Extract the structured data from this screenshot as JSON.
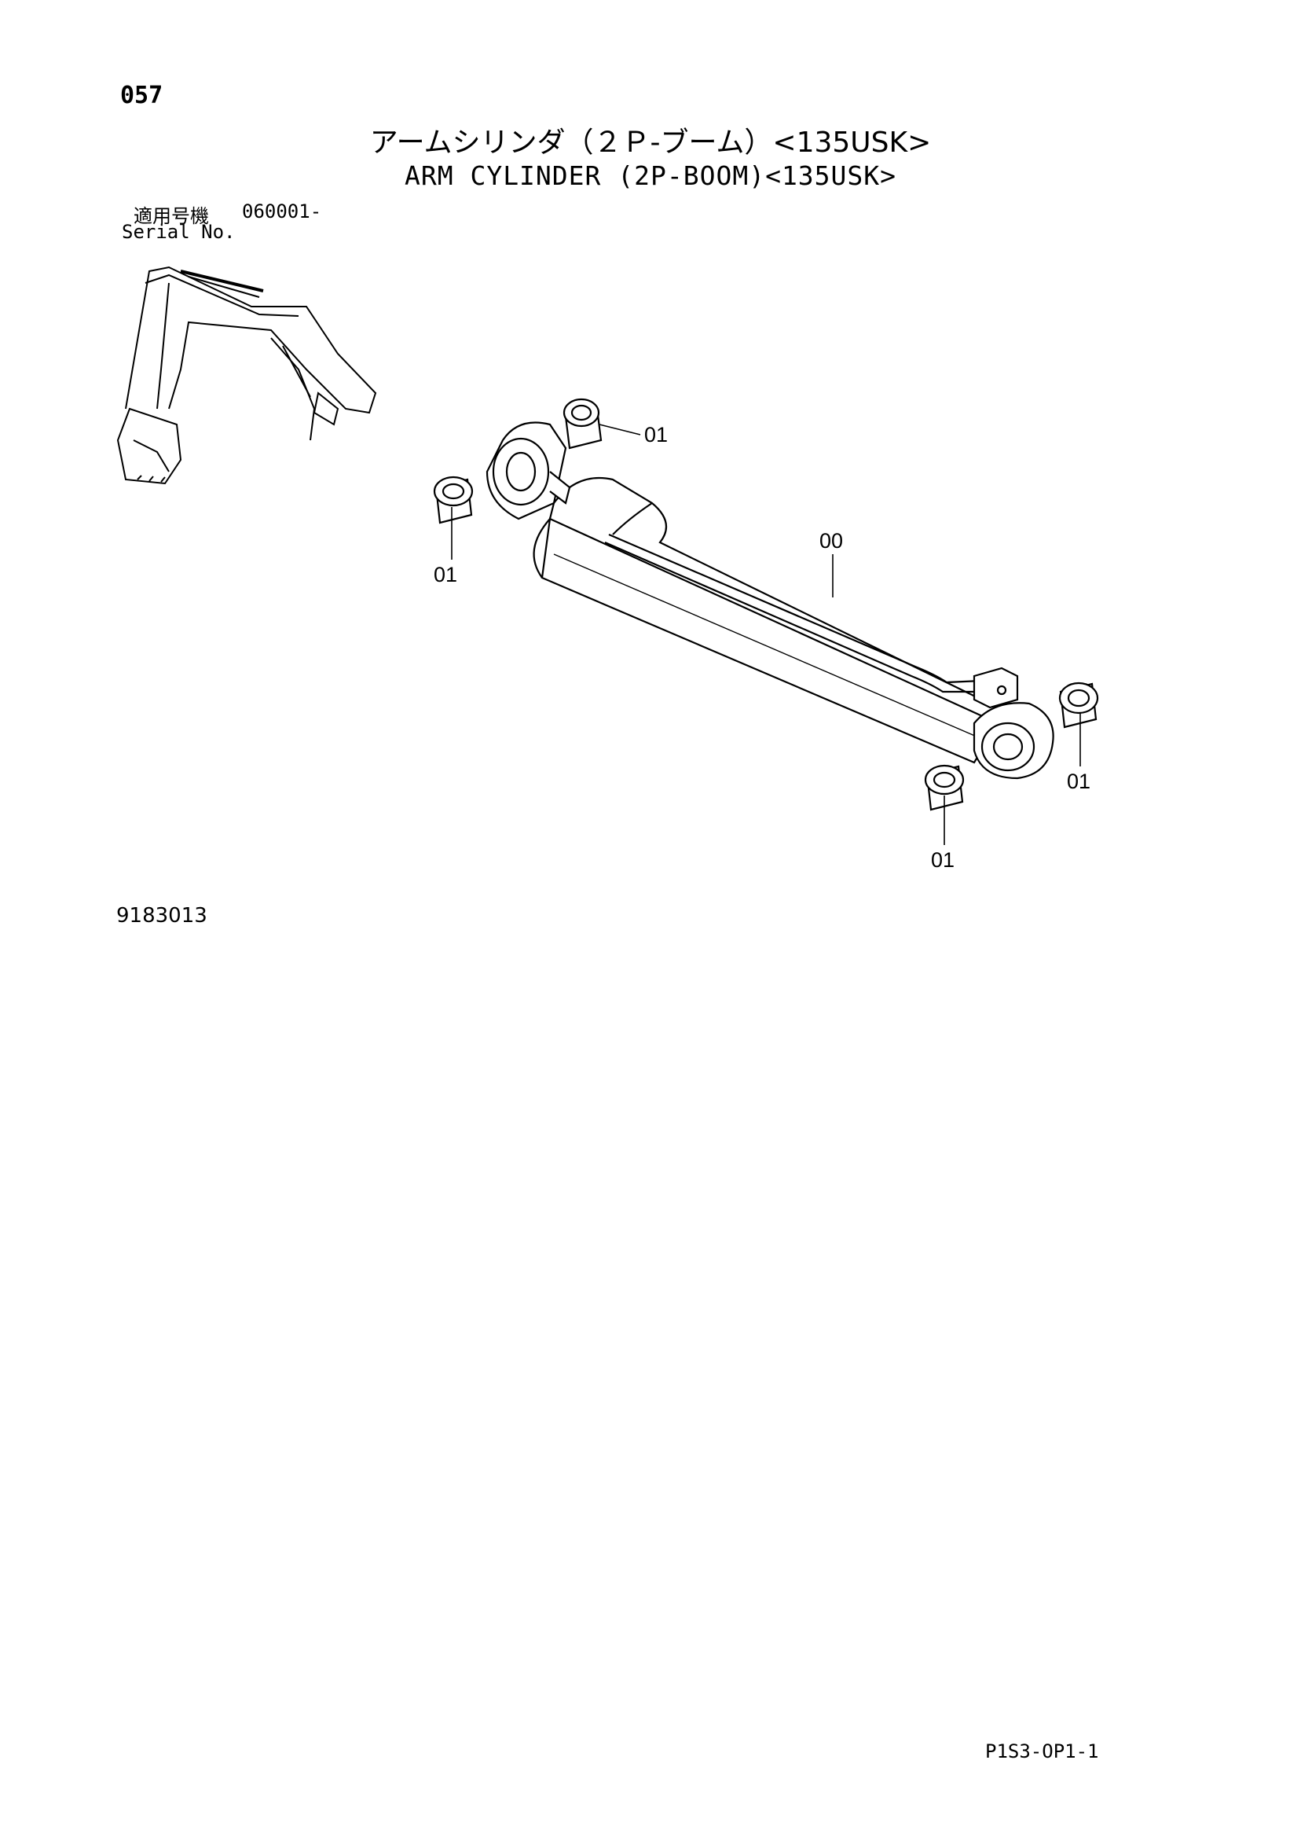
{
  "header": {
    "page_number": "057",
    "title_ja": "アームシリンダ（２Ｐ-ブーム）<135USK>",
    "title_en": "ARM CYLINDER (2P-BOOM)<135USK>"
  },
  "serial": {
    "label_ja": "適用号機",
    "value": "060001-",
    "label_en": "Serial No."
  },
  "diagram": {
    "callouts": [
      {
        "label": "01"
      },
      {
        "label": "01"
      },
      {
        "label": "00"
      },
      {
        "label": "01"
      },
      {
        "label": "01"
      }
    ],
    "figure_id": "9183013"
  },
  "footer": {
    "page_code": "P1S3-OP1-1"
  }
}
